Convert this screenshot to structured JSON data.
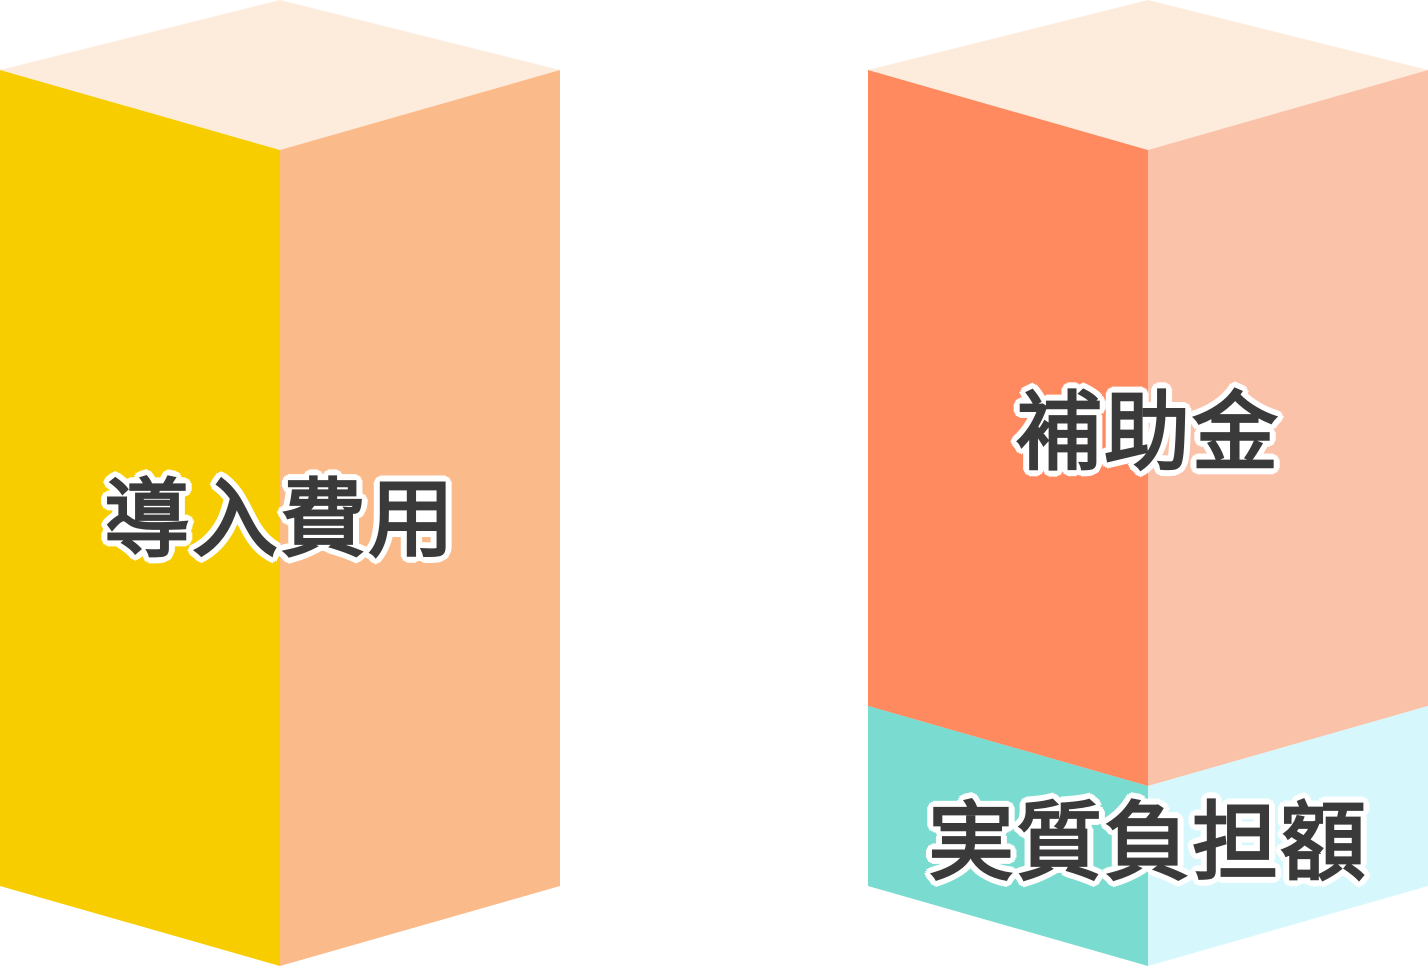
{
  "blocks": {
    "left": {
      "label": "導入費用",
      "colors": {
        "top": "#FDECDC",
        "front": "#F7CD00",
        "side": "#FBBA8A"
      }
    },
    "right": {
      "upper_label": "補助金",
      "lower_label": "実質負担額",
      "colors": {
        "top": "#FDECDC",
        "upper_front": "#FF8A60",
        "upper_side": "#FBC2AA",
        "lower_front": "#7ADBD0",
        "lower_side": "#D6F8FC"
      }
    }
  }
}
